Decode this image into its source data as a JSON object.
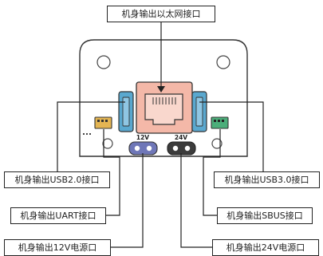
{
  "labels": {
    "ethernet": "机身输出以太网接口",
    "usb20": "机身输出USB2.0接口",
    "uart": "机身输出UART接口",
    "power12v": "机身输出12V电源口",
    "usb30": "机身输出USB3.0接口",
    "sbus": "机身输出SBUS接口",
    "power24v": "机身输出24V电源口"
  },
  "connector_marks": {
    "v12": "12V",
    "v24": "24V"
  },
  "colors": {
    "ethernet_port": "#f4b8a8",
    "usb_port": "#5aa8cf",
    "power_12v_port": "#6f77b8",
    "power_24v_port": "#3c3c3c",
    "sbus_connector": "#4cae7a",
    "uart_connector": "#e4b553",
    "lines": "#222222"
  }
}
